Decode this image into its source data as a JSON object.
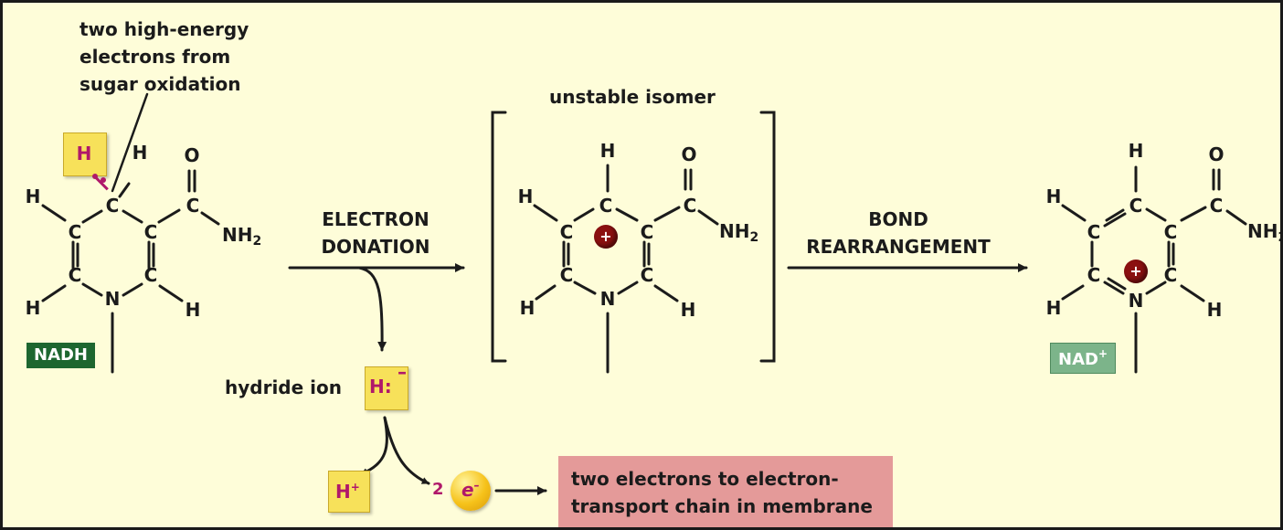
{
  "annotation": {
    "line1": "two high-energy",
    "line2": "electrons from",
    "line3": "sugar oxidation"
  },
  "isomer_label": "unstable isomer",
  "step1": {
    "line1": "ELECTRON",
    "line2": "DONATION"
  },
  "step2": {
    "line1": "BOND",
    "line2": "REARRANGEMENT"
  },
  "atoms": {
    "H": "H",
    "C": "C",
    "N": "N",
    "O": "O",
    "NH": "NH",
    "sub2": "2"
  },
  "nadh_tag": "NADH",
  "nad_tag": {
    "base": "NAD",
    "sup": "+"
  },
  "plus_sign": "+",
  "hydride": {
    "label": "hydride ion",
    "symbol": "H",
    "colon": ":",
    "charge": "–"
  },
  "proton": {
    "symbol": "H",
    "charge": "+"
  },
  "electrons": {
    "count": "2",
    "symbol": "e",
    "charge": "–"
  },
  "result": {
    "line1": "two electrons to electron-",
    "line2": "transport chain in membrane"
  },
  "colors": {
    "background": "#fefdd9",
    "border": "#1a1a1a",
    "nadh_tag": "#1d6630",
    "nad_tag": "#7cb48a",
    "h_box": "#f7e15a",
    "highlight": "#b0186a",
    "positive_charge": "#8b1010",
    "result_box": "#e49a99"
  }
}
